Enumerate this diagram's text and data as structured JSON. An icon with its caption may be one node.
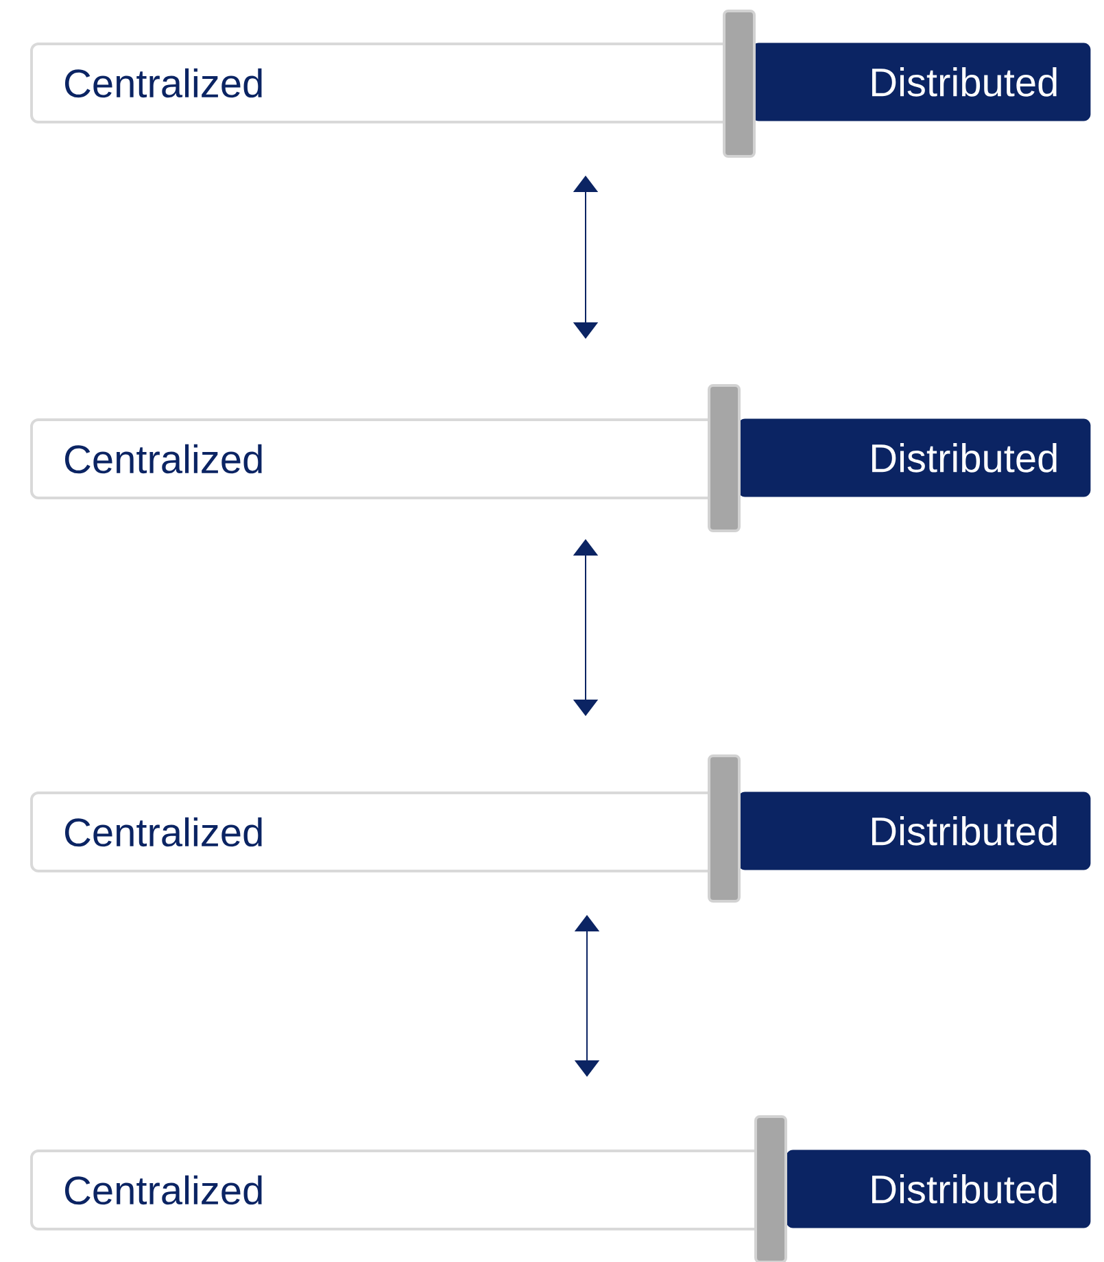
{
  "diagram": {
    "nodes": [
      {
        "text": [
          "Centralized"
        ]
      },
      {
        "text": [
          "Distributed"
        ]
      },
      {
        "text": [
          "Centralized"
        ]
      },
      {
        "text": [
          "Distributed"
        ]
      },
      {
        "text": [
          "Centralized"
        ]
      },
      {
        "text": [
          "Distributed"
        ]
      },
      {
        "text": [
          "Centralized"
        ]
      },
      {
        "text": [
          "Distributed"
        ]
      }
    ],
    "edges": [
      {
        "from": 0,
        "to": 2,
        "arrow": "both"
      },
      {
        "from": 2,
        "to": 4,
        "arrow": "both"
      },
      {
        "from": 4,
        "to": 6,
        "arrow": "both"
      }
    ]
  }
}
